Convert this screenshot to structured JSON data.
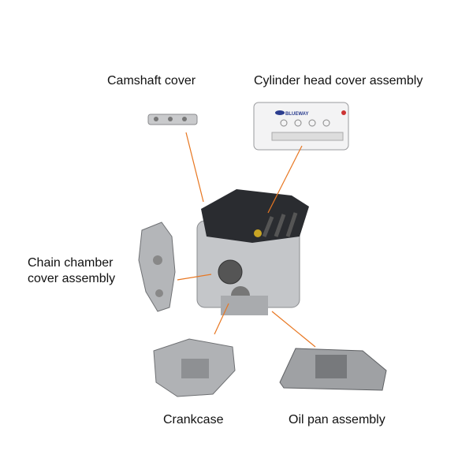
{
  "labels": {
    "camshaft_cover": "Camshaft cover",
    "cylinder_head_cover": "Cylinder head cover assembly",
    "chain_chamber_line1": "Chain chamber",
    "chain_chamber_line2": "cover assembly",
    "crankcase": "Crankcase",
    "oil_pan": "Oil pan assembly"
  },
  "logo_text": "BLUEWAY",
  "colors": {
    "leader_line": "#E87722",
    "engine_cover": "#2a2c30",
    "metal": "#b8babd"
  }
}
